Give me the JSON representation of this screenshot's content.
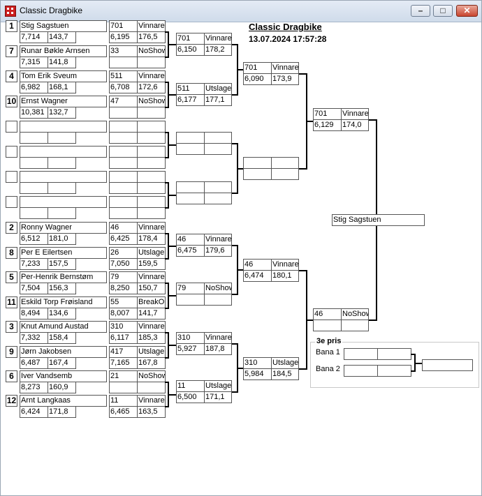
{
  "window": {
    "title": "Classic Dragbike"
  },
  "event": {
    "title": "Classic Dragbike",
    "datetime": "13.07.2024 17:57:28"
  },
  "r1": [
    {
      "seed": "1",
      "name": "Stig Sagstuen",
      "et": "7,714",
      "speed": "143,7"
    },
    {
      "seed": "7",
      "name": "Runar Bøkle Arnsen",
      "et": "7,315",
      "speed": "141,8"
    },
    {
      "seed": "4",
      "name": "Tom Erik Sveum",
      "et": "6,982",
      "speed": "168,1"
    },
    {
      "seed": "10",
      "name": "Ernst Wagner",
      "et": "10,381",
      "speed": "132,7"
    },
    {
      "seed": "",
      "name": "",
      "et": "",
      "speed": ""
    },
    {
      "seed": "",
      "name": "",
      "et": "",
      "speed": ""
    },
    {
      "seed": "",
      "name": "",
      "et": "",
      "speed": ""
    },
    {
      "seed": "",
      "name": "",
      "et": "",
      "speed": ""
    },
    {
      "seed": "2",
      "name": "Ronny Wagner",
      "et": "6,512",
      "speed": "181,0"
    },
    {
      "seed": "8",
      "name": "Per E Eilertsen",
      "et": "7,233",
      "speed": "157,5"
    },
    {
      "seed": "5",
      "name": "Per-Henrik Bernstøm",
      "et": "7,504",
      "speed": "156,3"
    },
    {
      "seed": "11",
      "name": "Eskild Torp Frøisland",
      "et": "8,494",
      "speed": "134,6"
    },
    {
      "seed": "3",
      "name": "Knut Amund Austad",
      "et": "7,332",
      "speed": "158,4"
    },
    {
      "seed": "9",
      "name": "Jørn Jakobsen",
      "et": "6,487",
      "speed": "167,4"
    },
    {
      "seed": "6",
      "name": "Iver Vandsemb",
      "et": "8,273",
      "speed": "160,9"
    },
    {
      "seed": "12",
      "name": "Arnt Langkaas",
      "et": "6,424",
      "speed": "171,8"
    }
  ],
  "r1res": [
    {
      "num": "701",
      "status": "Vinnare",
      "et": "6,195",
      "speed": "176,5"
    },
    {
      "num": "33",
      "status": "NoShow",
      "et": "",
      "speed": ""
    },
    {
      "num": "511",
      "status": "Vinnare",
      "et": "6,708",
      "speed": "172,6"
    },
    {
      "num": "47",
      "status": "NoShow",
      "et": "",
      "speed": ""
    },
    {
      "num": "",
      "status": "",
      "et": "",
      "speed": ""
    },
    {
      "num": "",
      "status": "",
      "et": "",
      "speed": ""
    },
    {
      "num": "",
      "status": "",
      "et": "",
      "speed": ""
    },
    {
      "num": "",
      "status": "",
      "et": "",
      "speed": ""
    },
    {
      "num": "46",
      "status": "Vinnare",
      "et": "6,425",
      "speed": "178,4"
    },
    {
      "num": "26",
      "status": "Utslagen",
      "et": "7,050",
      "speed": "159,5"
    },
    {
      "num": "79",
      "status": "Vinnare",
      "et": "8,250",
      "speed": "150,7"
    },
    {
      "num": "55",
      "status": "BreakOut",
      "et": "8,007",
      "speed": "141,7"
    },
    {
      "num": "310",
      "status": "Vinnare",
      "et": "6,117",
      "speed": "185,3"
    },
    {
      "num": "417",
      "status": "Utslagen",
      "et": "7,165",
      "speed": "167,8"
    },
    {
      "num": "21",
      "status": "NoShow",
      "et": "",
      "speed": ""
    },
    {
      "num": "11",
      "status": "Vinnare",
      "et": "6,465",
      "speed": "163,5"
    }
  ],
  "r2": [
    {
      "num": "701",
      "status": "Vinnare",
      "et": "6,150",
      "speed": "178,2"
    },
    {
      "num": "511",
      "status": "Utslagen",
      "et": "6,177",
      "speed": "177,1"
    },
    {
      "num": "",
      "status": "",
      "et": "",
      "speed": ""
    },
    {
      "num": "",
      "status": "",
      "et": "",
      "speed": ""
    },
    {
      "num": "46",
      "status": "Vinnare",
      "et": "6,475",
      "speed": "179,6"
    },
    {
      "num": "79",
      "status": "NoShow",
      "et": "",
      "speed": ""
    },
    {
      "num": "310",
      "status": "Vinnare",
      "et": "5,927",
      "speed": "187,8"
    },
    {
      "num": "11",
      "status": "Utslagen",
      "et": "6,500",
      "speed": "171,1"
    }
  ],
  "r3": [
    {
      "num": "701",
      "status": "Vinnare",
      "et": "6,090",
      "speed": "173,9"
    },
    {
      "num": "",
      "status": "",
      "et": "",
      "speed": ""
    },
    {
      "num": "46",
      "status": "Vinnare",
      "et": "6,474",
      "speed": "180,1"
    },
    {
      "num": "310",
      "status": "Utslagen",
      "et": "5,984",
      "speed": "184,5"
    }
  ],
  "r4": [
    {
      "num": "701",
      "status": "Vinnare",
      "et": "6,129",
      "speed": "174,0"
    },
    {
      "num": "46",
      "status": "NoShow",
      "et": "",
      "speed": ""
    }
  ],
  "winner": "Stig Sagstuen",
  "third_place": {
    "title": "3e pris",
    "lane1_label": "Bana 1",
    "lane2_label": "Bana 2"
  }
}
